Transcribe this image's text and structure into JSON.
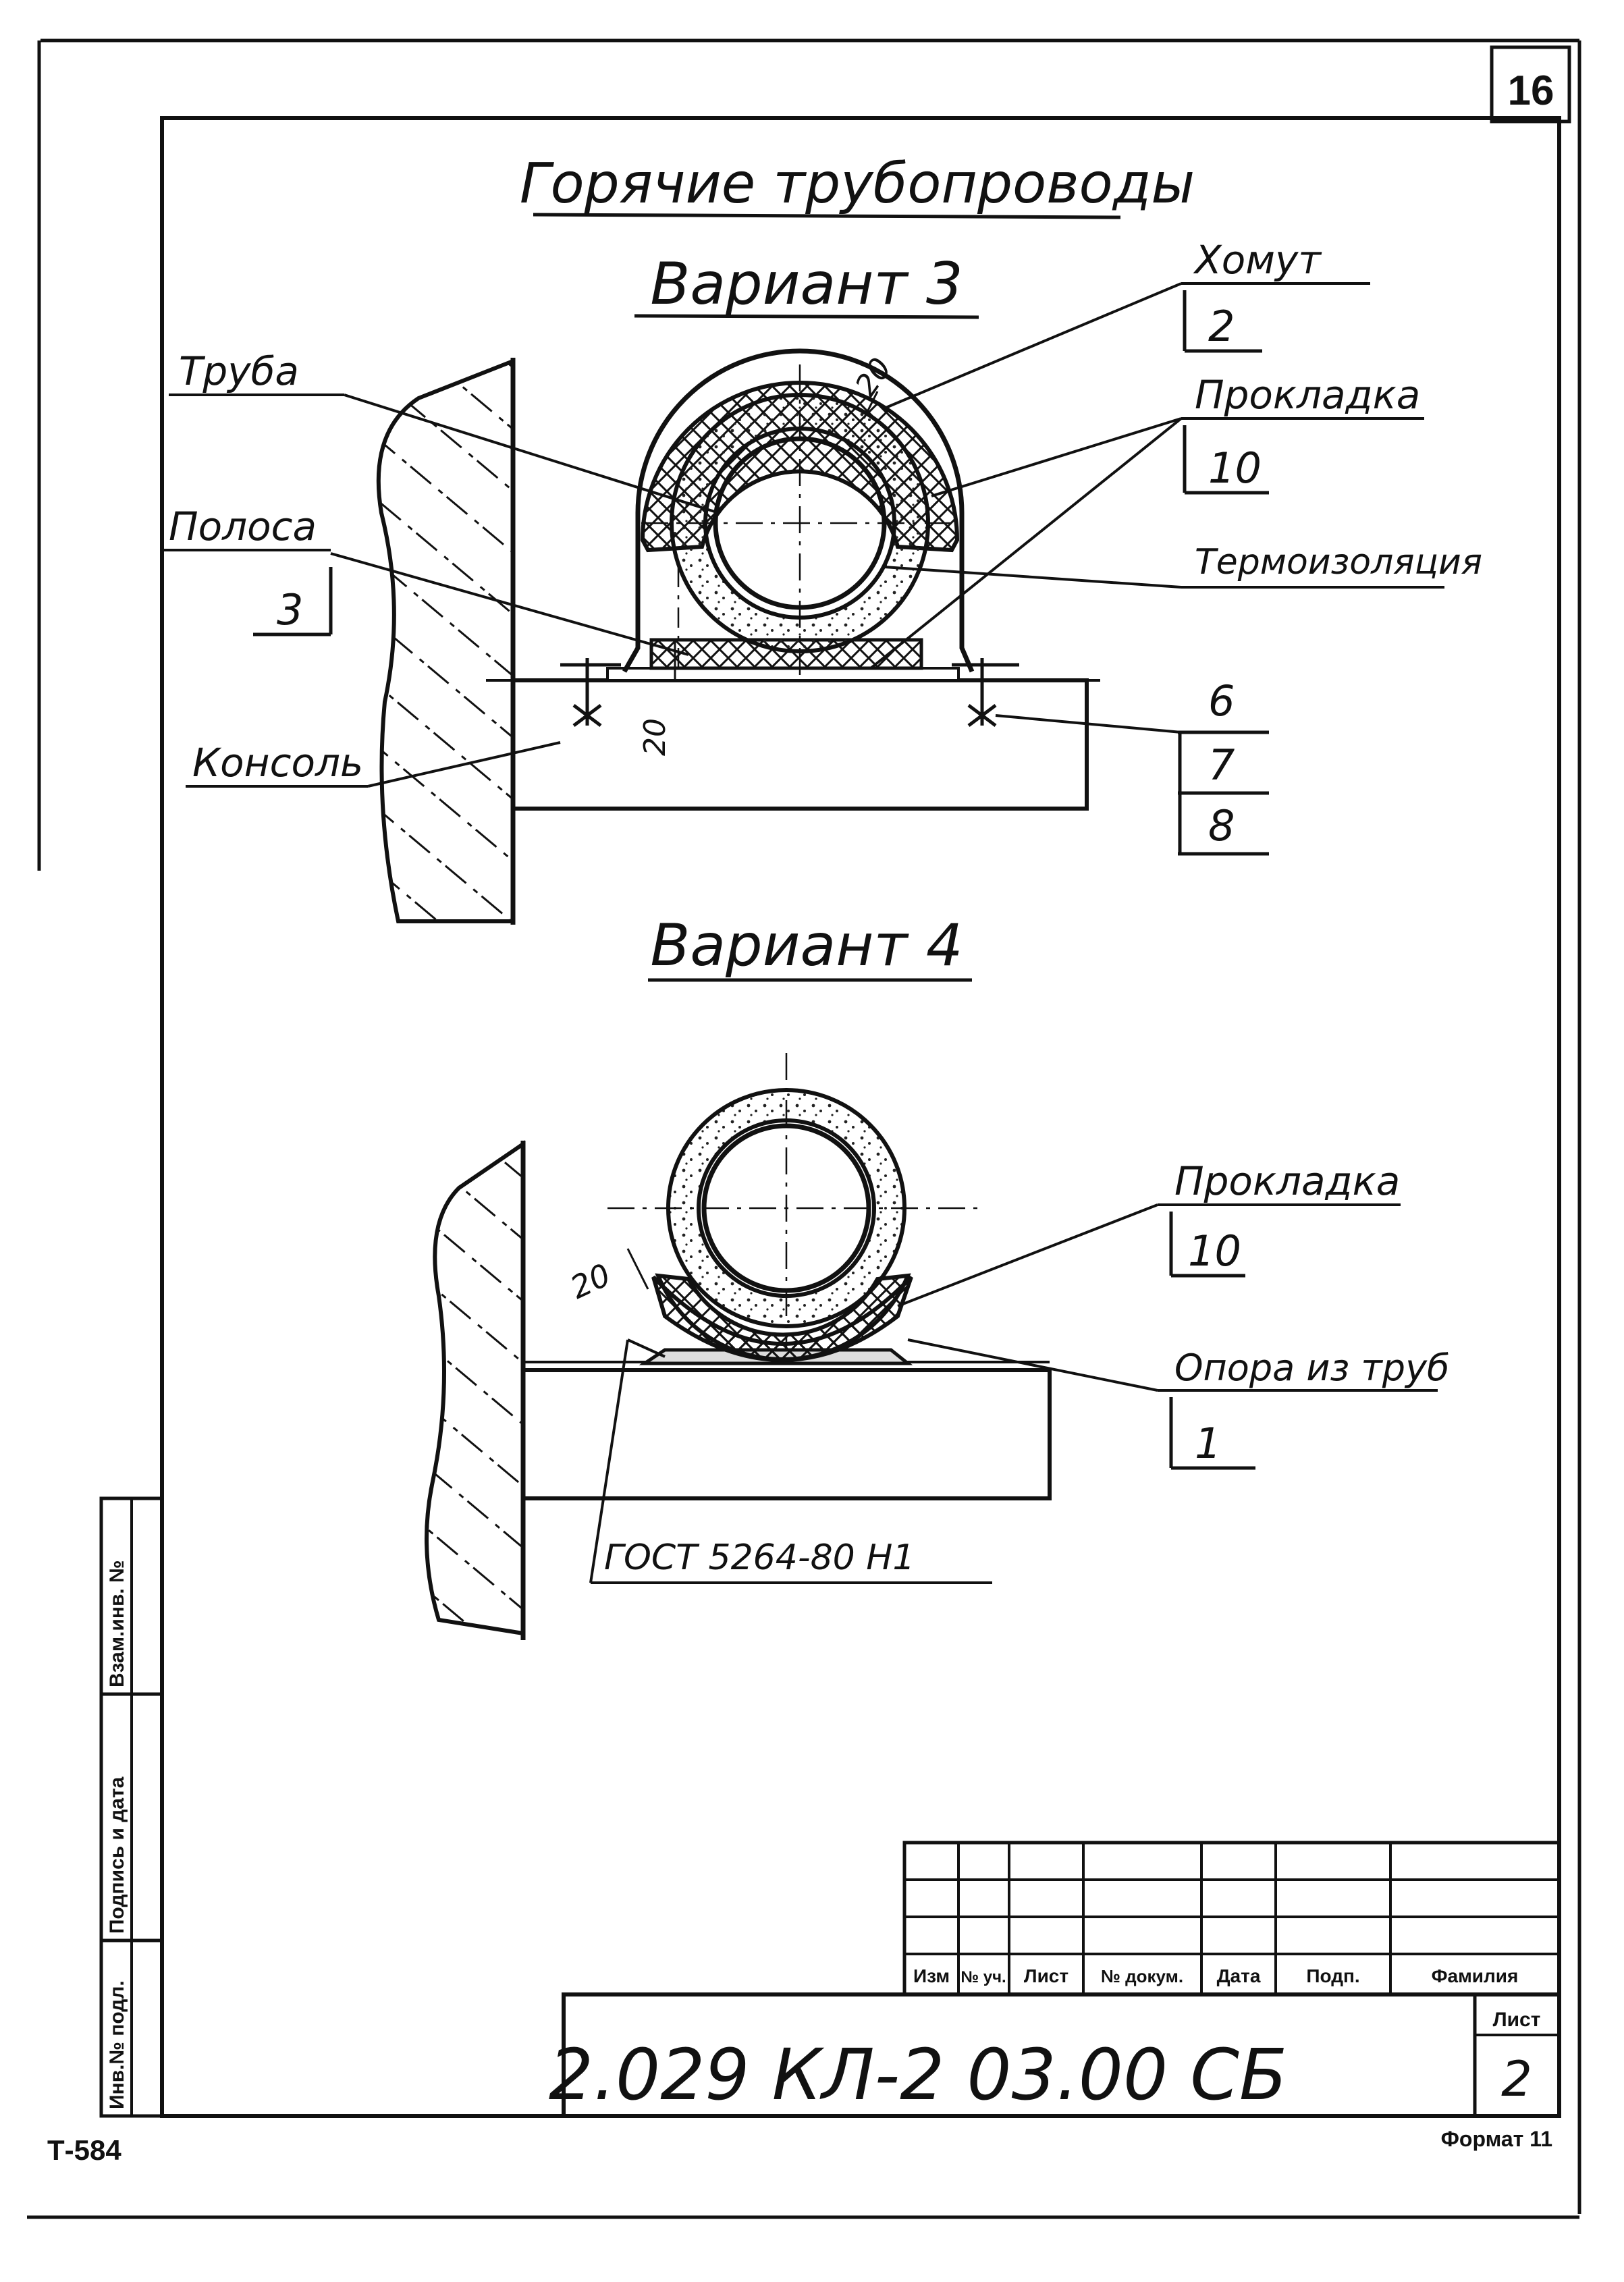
{
  "sheet": {
    "sheet_number_top": "16",
    "title": "Горячие трубопроводы",
    "code": "2.029 КЛ-2 03.00 СБ",
    "sheet_label": "Лист",
    "sheet_value": "2",
    "format_label": "Формат 11",
    "stamp_code": "Т-584"
  },
  "variant3": {
    "title": "Вариант 3",
    "labels": {
      "pipe": "Труба",
      "clamp": "Хомут",
      "clamp_num": "2",
      "gasket": "Прокладка",
      "gasket_num": "10",
      "strip": "Полоса",
      "strip_num": "3",
      "insulation": "Термоизоляция",
      "console": "Консоль",
      "pos_6": "6",
      "pos_7": "7",
      "pos_8": "8",
      "dim_top": "20",
      "dim_bottom": "20"
    }
  },
  "variant4": {
    "title": "Вариант 4",
    "labels": {
      "gasket": "Прокладка",
      "gasket_num": "10",
      "support": "Опора из труб",
      "support_num": "1",
      "gost": "ГОСТ 5264-80 Н1",
      "dim": "20"
    }
  },
  "side_stamp": {
    "cells": [
      "Взам.инв. №",
      "Подпись и дата",
      "Инв.№ подл."
    ]
  },
  "title_block": {
    "headers": [
      "Изм",
      "№ уч.",
      "Лист",
      "№ докум.",
      "Дата",
      "Подп.",
      "Фамилия"
    ]
  }
}
